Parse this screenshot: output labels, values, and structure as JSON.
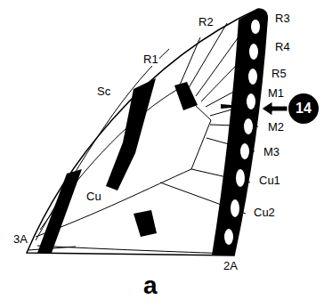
{
  "diagram": {
    "nodes": [
      {
        "text": [
          "14"
        ]
      }
    ],
    "labels": [
      "Sc",
      "R1",
      "R2",
      "R3",
      "R4",
      "R5",
      "M1",
      "M2",
      "M3",
      "Cu1",
      "Cu2",
      "Cu",
      "3A",
      "2A",
      "a"
    ]
  }
}
